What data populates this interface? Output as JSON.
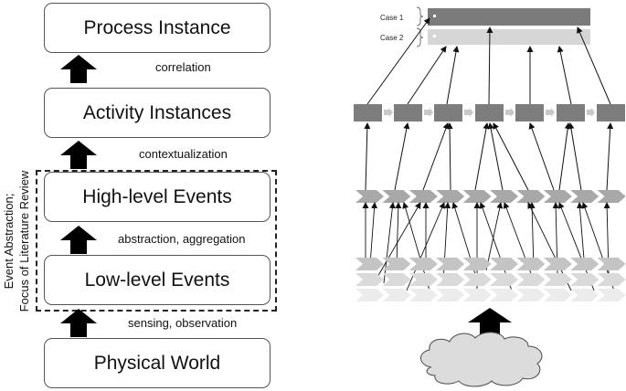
{
  "layers": {
    "process_instance": "Process Instance",
    "activity_instances": "Activity Instances",
    "high_level_events": "High-level Events",
    "low_level_events": "Low-level Events",
    "physical_world": "Physical World"
  },
  "transitions": {
    "correlation": "correlation",
    "contextualization": "contextualization",
    "abstraction": "abstraction, aggregation",
    "sensing": "sensing, observation"
  },
  "focus_label": {
    "line1": "Event Abstraction;",
    "line2": "Focus of Literature Review"
  },
  "cases": {
    "case1": "Case 1",
    "case2": "Case 2"
  },
  "colors": {
    "case1_bar": "#7b7b7b",
    "case2_bar": "#d6d6d6",
    "activity_box": "#7d7d7d",
    "high_event": "#a8a8a8",
    "low_event_1": "#c4c4c4",
    "low_event_2": "#dadada",
    "low_event_3": "#ececec",
    "cloud": "#dcdcdc",
    "arrow": "#000000"
  }
}
